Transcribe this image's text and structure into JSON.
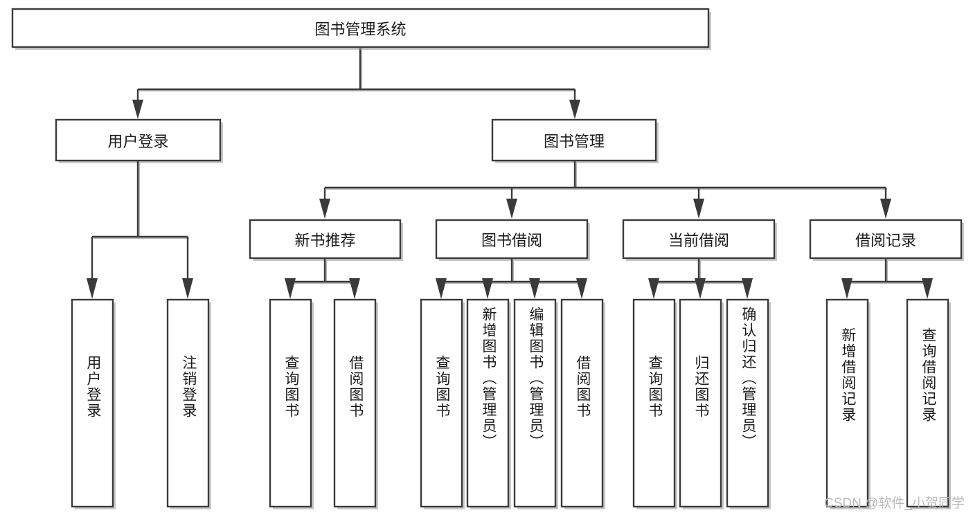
{
  "diagram": {
    "title": "图书管理系统",
    "type": "tree",
    "orientation": "top-down",
    "watermark": "CSDN @软件_小贺同学",
    "colors": {
      "stroke": "#3a3a3a",
      "fill": "#ffffff",
      "text": "#1a1a1a",
      "shadow": "#9a9a9a",
      "watermark": "#b9b9b9",
      "background": "#ffffff"
    },
    "nodes": {
      "root": {
        "label": "图书管理系统"
      },
      "level2": [
        {
          "id": "user-login",
          "label": "用户登录"
        },
        {
          "id": "book-manage",
          "label": "图书管理"
        }
      ],
      "level3": [
        {
          "id": "new-book-recommend",
          "label": "新书推荐"
        },
        {
          "id": "book-borrow",
          "label": "图书借阅"
        },
        {
          "id": "current-borrow",
          "label": "当前借阅"
        },
        {
          "id": "borrow-record",
          "label": "借阅记录"
        }
      ],
      "leaves": {
        "user_login": [
          {
            "id": "leaf-user-login",
            "label": "用户登录"
          },
          {
            "id": "leaf-logout-login",
            "label": "注销登录"
          }
        ],
        "new_book_recommend": [
          {
            "id": "leaf-query-book-1",
            "label": "查询图书"
          },
          {
            "id": "leaf-borrow-book-1",
            "label": "借阅图书"
          }
        ],
        "book_borrow": [
          {
            "id": "leaf-query-book-2",
            "label": "查询图书"
          },
          {
            "id": "leaf-add-book",
            "label": "新增图书（管理员）"
          },
          {
            "id": "leaf-edit-book",
            "label": "编辑图书（管理员）"
          },
          {
            "id": "leaf-borrow-book-2",
            "label": "借阅图书"
          }
        ],
        "current_borrow": [
          {
            "id": "leaf-query-book-3",
            "label": "查询图书"
          },
          {
            "id": "leaf-return-book",
            "label": "归还图书"
          },
          {
            "id": "leaf-confirm-return",
            "label": "确认归还（管理员）"
          }
        ],
        "borrow_record": [
          {
            "id": "leaf-add-record",
            "label": "新增借阅记录"
          },
          {
            "id": "leaf-query-record",
            "label": "查询借阅记录"
          }
        ]
      }
    }
  }
}
